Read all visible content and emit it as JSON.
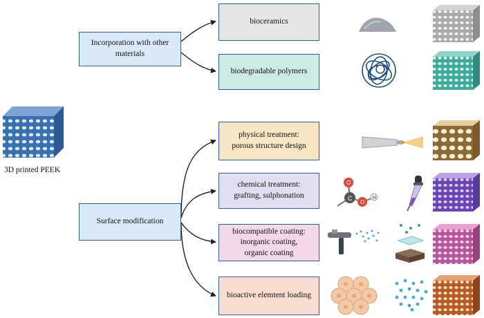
{
  "peek_caption": "3D printed PEEK",
  "branches": {
    "incorporation": {
      "label": "Incorporation with other\nmaterials",
      "fill": "#d9e9f8",
      "items": [
        {
          "label": "bioceramics",
          "fill": "#e6e6e6",
          "icon": "powder-pile-icon",
          "block": "#d8d8d8"
        },
        {
          "label": "biodegradable polymers",
          "fill": "#cdebe6",
          "icon": "polymer-ball-icon",
          "block": "#5fbfb2"
        }
      ]
    },
    "surface": {
      "label": "Surface modification",
      "fill": "#d9e9f8",
      "items": [
        {
          "label": "physical treatment:\nporous structure design",
          "fill": "#f7e6c4",
          "icon": "laser-nozzle-icon",
          "block": "#c9a46a"
        },
        {
          "label": "chemical treatment:\ngrafting, sulphonation",
          "fill": "#e1def2",
          "icon": "dropper-icon",
          "block": "#8a66c7"
        },
        {
          "label": "biocompatible coating:\ninorganic coating,\norganic coating",
          "fill": "#f3d8ea",
          "icon": "spray-gun-icon",
          "block": "#c46aa8"
        },
        {
          "label": "bioactive elemtent loading",
          "fill": "#f9ddd3",
          "icon": "cells-icon",
          "block": "#c8692b"
        }
      ]
    }
  },
  "colors": {
    "box_border": "#2f5f8e",
    "arrow": "#222222",
    "peek_block": "#3a6fb0"
  }
}
